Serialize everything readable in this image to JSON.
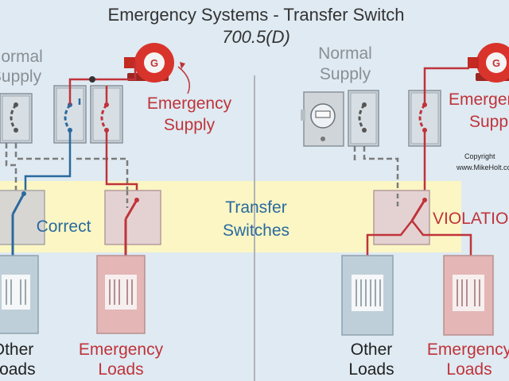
{
  "title": "Emergency Systems - Transfer Switch",
  "code_ref": "700.5(D)",
  "left": {
    "normal_supply": [
      "Normal",
      "Supply"
    ],
    "generator_label": "G",
    "emergency_supply": [
      "Emergency",
      "Supply"
    ],
    "status": "Correct",
    "other_loads": [
      "Other",
      "Loads"
    ],
    "emergency_loads": [
      "Emergency",
      "Loads"
    ]
  },
  "center": {
    "transfer_switches": [
      "Transfer",
      "Switches"
    ]
  },
  "right": {
    "normal_supply": [
      "Normal",
      "Supply"
    ],
    "generator_label": "G",
    "emergency_supply": [
      "Emergency",
      "Supply"
    ],
    "status": "VIOLATION",
    "copyright": [
      "Copyright",
      "www.MikeHolt.com"
    ],
    "other_loads": [
      "Other",
      "Loads"
    ],
    "emergency_loads": [
      "Emergency",
      "Loads"
    ]
  },
  "colors": {
    "background": "#dfeaf2",
    "highlight_band": "#fbf6c4",
    "normal_wire": "#7c7c7c",
    "blue_wire": "#2a6a9e",
    "red_wire": "#c0333a",
    "generator": "#d9342b"
  }
}
